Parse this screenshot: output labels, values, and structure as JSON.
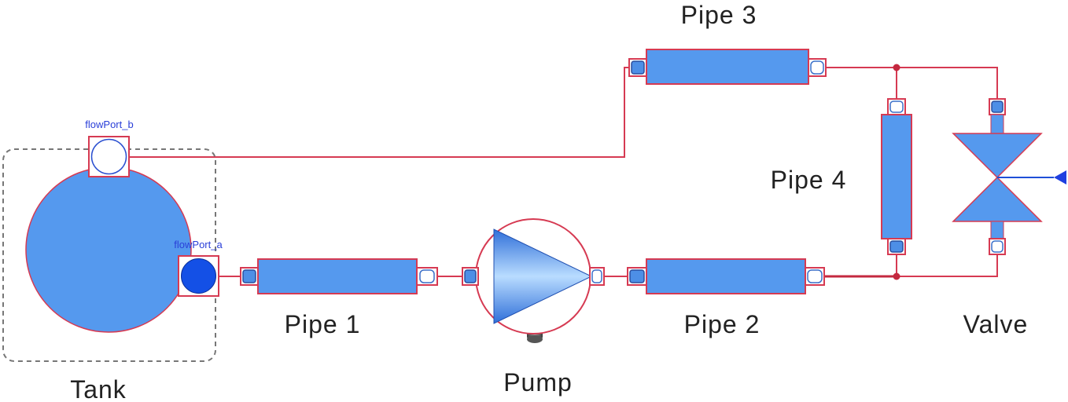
{
  "labels": {
    "tank": "Tank",
    "pipe1": "Pipe 1",
    "pump": "Pump",
    "pipe2": "Pipe 2",
    "pipe3": "Pipe 3",
    "pipe4": "Pipe 4",
    "valve": "Valve",
    "flow_port_a": "flowPort_a",
    "flow_port_b": "flowPort_b"
  },
  "colors": {
    "component_fill": "#5599ee",
    "connection_line": "#d63a52",
    "port_label": "#2a3fd8",
    "tank_outline": "#777777"
  },
  "icons": [
    "tank-icon",
    "pipe-icon",
    "pump-icon",
    "valve-icon",
    "flow-port-icon",
    "junction-icon"
  ]
}
